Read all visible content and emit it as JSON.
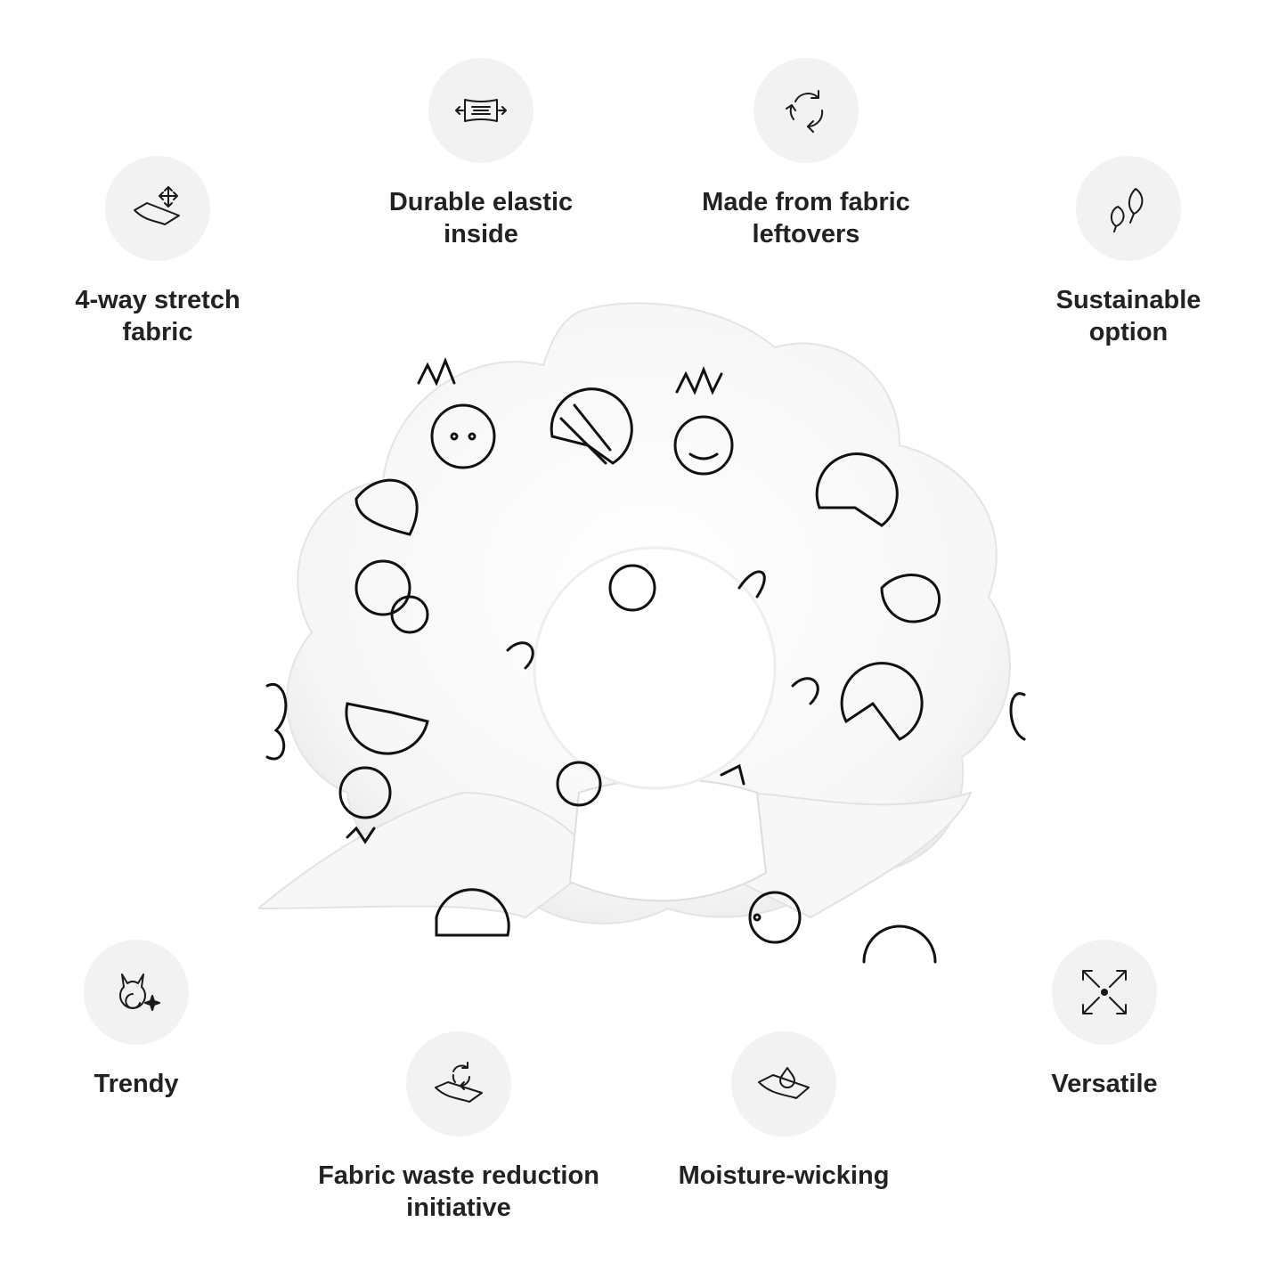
{
  "colors": {
    "background": "#ffffff",
    "icon_circle": "#f2f2f2",
    "text": "#222222",
    "line": "#1a1a1a"
  },
  "features": {
    "stretch": {
      "label": "4-way stretch\nfabric",
      "icon": "stretch-fabric-icon"
    },
    "elastic": {
      "label": "Durable elastic\ninside",
      "icon": "elastic-band-icon"
    },
    "leftovers": {
      "label": "Made from fabric\nleftovers",
      "icon": "recycle-icon"
    },
    "sustain": {
      "label": "Sustainable\noption",
      "icon": "leaves-icon"
    },
    "trendy": {
      "label": "Trendy",
      "icon": "sparkle-trend-icon"
    },
    "waste": {
      "label": "Fabric waste reduction\ninitiative",
      "icon": "fabric-recycle-icon"
    },
    "moisture": {
      "label": "Moisture-wicking",
      "icon": "water-drop-fabric-icon"
    },
    "versatile": {
      "label": "Versatile",
      "icon": "expand-arrows-icon"
    }
  },
  "product": {
    "name": "scrunchie",
    "pattern": "black line doodles on white"
  }
}
